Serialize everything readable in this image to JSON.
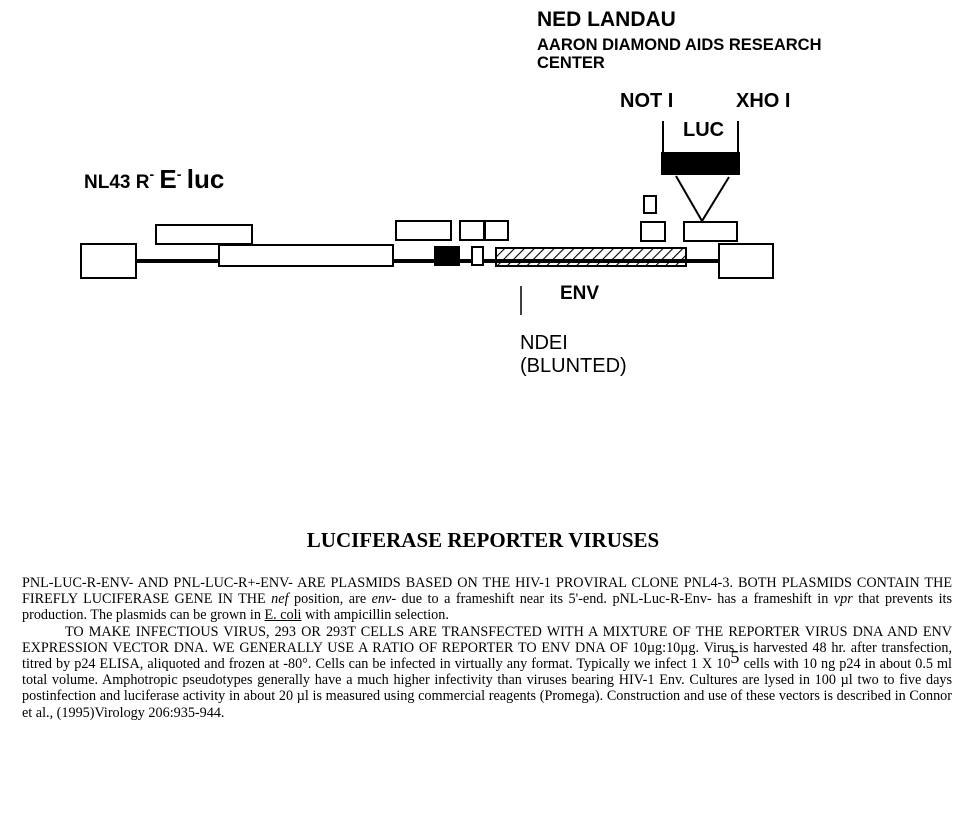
{
  "header": {
    "author": "NED LANDAU",
    "institution_line1": "AARON DIAMOND AIDS RESEARCH",
    "institution_line2": "CENTER"
  },
  "diagram": {
    "construct_prefix": "NL43 R",
    "construct_r_sup": "-",
    "construct_e": "E",
    "construct_e_sup": "-",
    "construct_suffix": "luc",
    "site_left": "NOT I",
    "site_right": "XHO I",
    "insert_label": "LUC",
    "env_label": "ENV",
    "site_ndei_line1": "NDEI",
    "site_ndei_line2": "(BLUNTED)"
  },
  "text": {
    "heading": "LUCIFERASE REPORTER VIRUSES",
    "p1_a": "PNL-LUC-R-ENV- AND PNL-LUC-R+-ENV- ARE PLASMIDS BASED ON THE HIV-1 PROVIRAL CLONE PNL4-3.  BOTH PLASMIDS CONTAIN THE FIREFLY LUCIFERASE GENE IN THE ",
    "p1_nef": "nef",
    "p1_b": " position, are ",
    "p1_env": "env",
    "p1_c": "- due to a frameshift near its 5'-end. pNL-Luc-R-Env- has a frameshift in ",
    "p1_vpr": "vpr",
    "p1_d": " that prevents its production.  The plasmids can be grown in ",
    "p1_ecoli": "E. coli",
    "p1_e": " with ampicillin selection.",
    "p2_a": "TO MAKE INFECTIOUS VIRUS, 293 OR 293T CELLS ARE TRANSFECTED WITH A MIXTURE OF THE REPORTER VIRUS DNA AND ENV EXPRESSION VECTOR DNA.  WE GENERALLY USE A RATIO OF REPORTER TO ENV DNA OF 10µg:10µg.  Virus is harvested 48 hr. after transfection, titred by p24 ELISA, aliquoted and frozen at -80°.  Cells can be infected in virtually any format.  Typically we infect 1 X 10",
    "p2_sup": "5",
    "p2_b": " cells with 10 ng p24 in about 0.5 ml total volume.  Amphotropic pseudotypes generally have a much higher infectivity than viruses bearing HIV-1 Env.  Cultures are lysed in 100 µl two to five days postinfection and luciferase activity in about 20 µl is measured using commercial reagents (Promega).  Construction and use of these vectors is described in Connor et al., (1995)Virology 206:935-944."
  }
}
